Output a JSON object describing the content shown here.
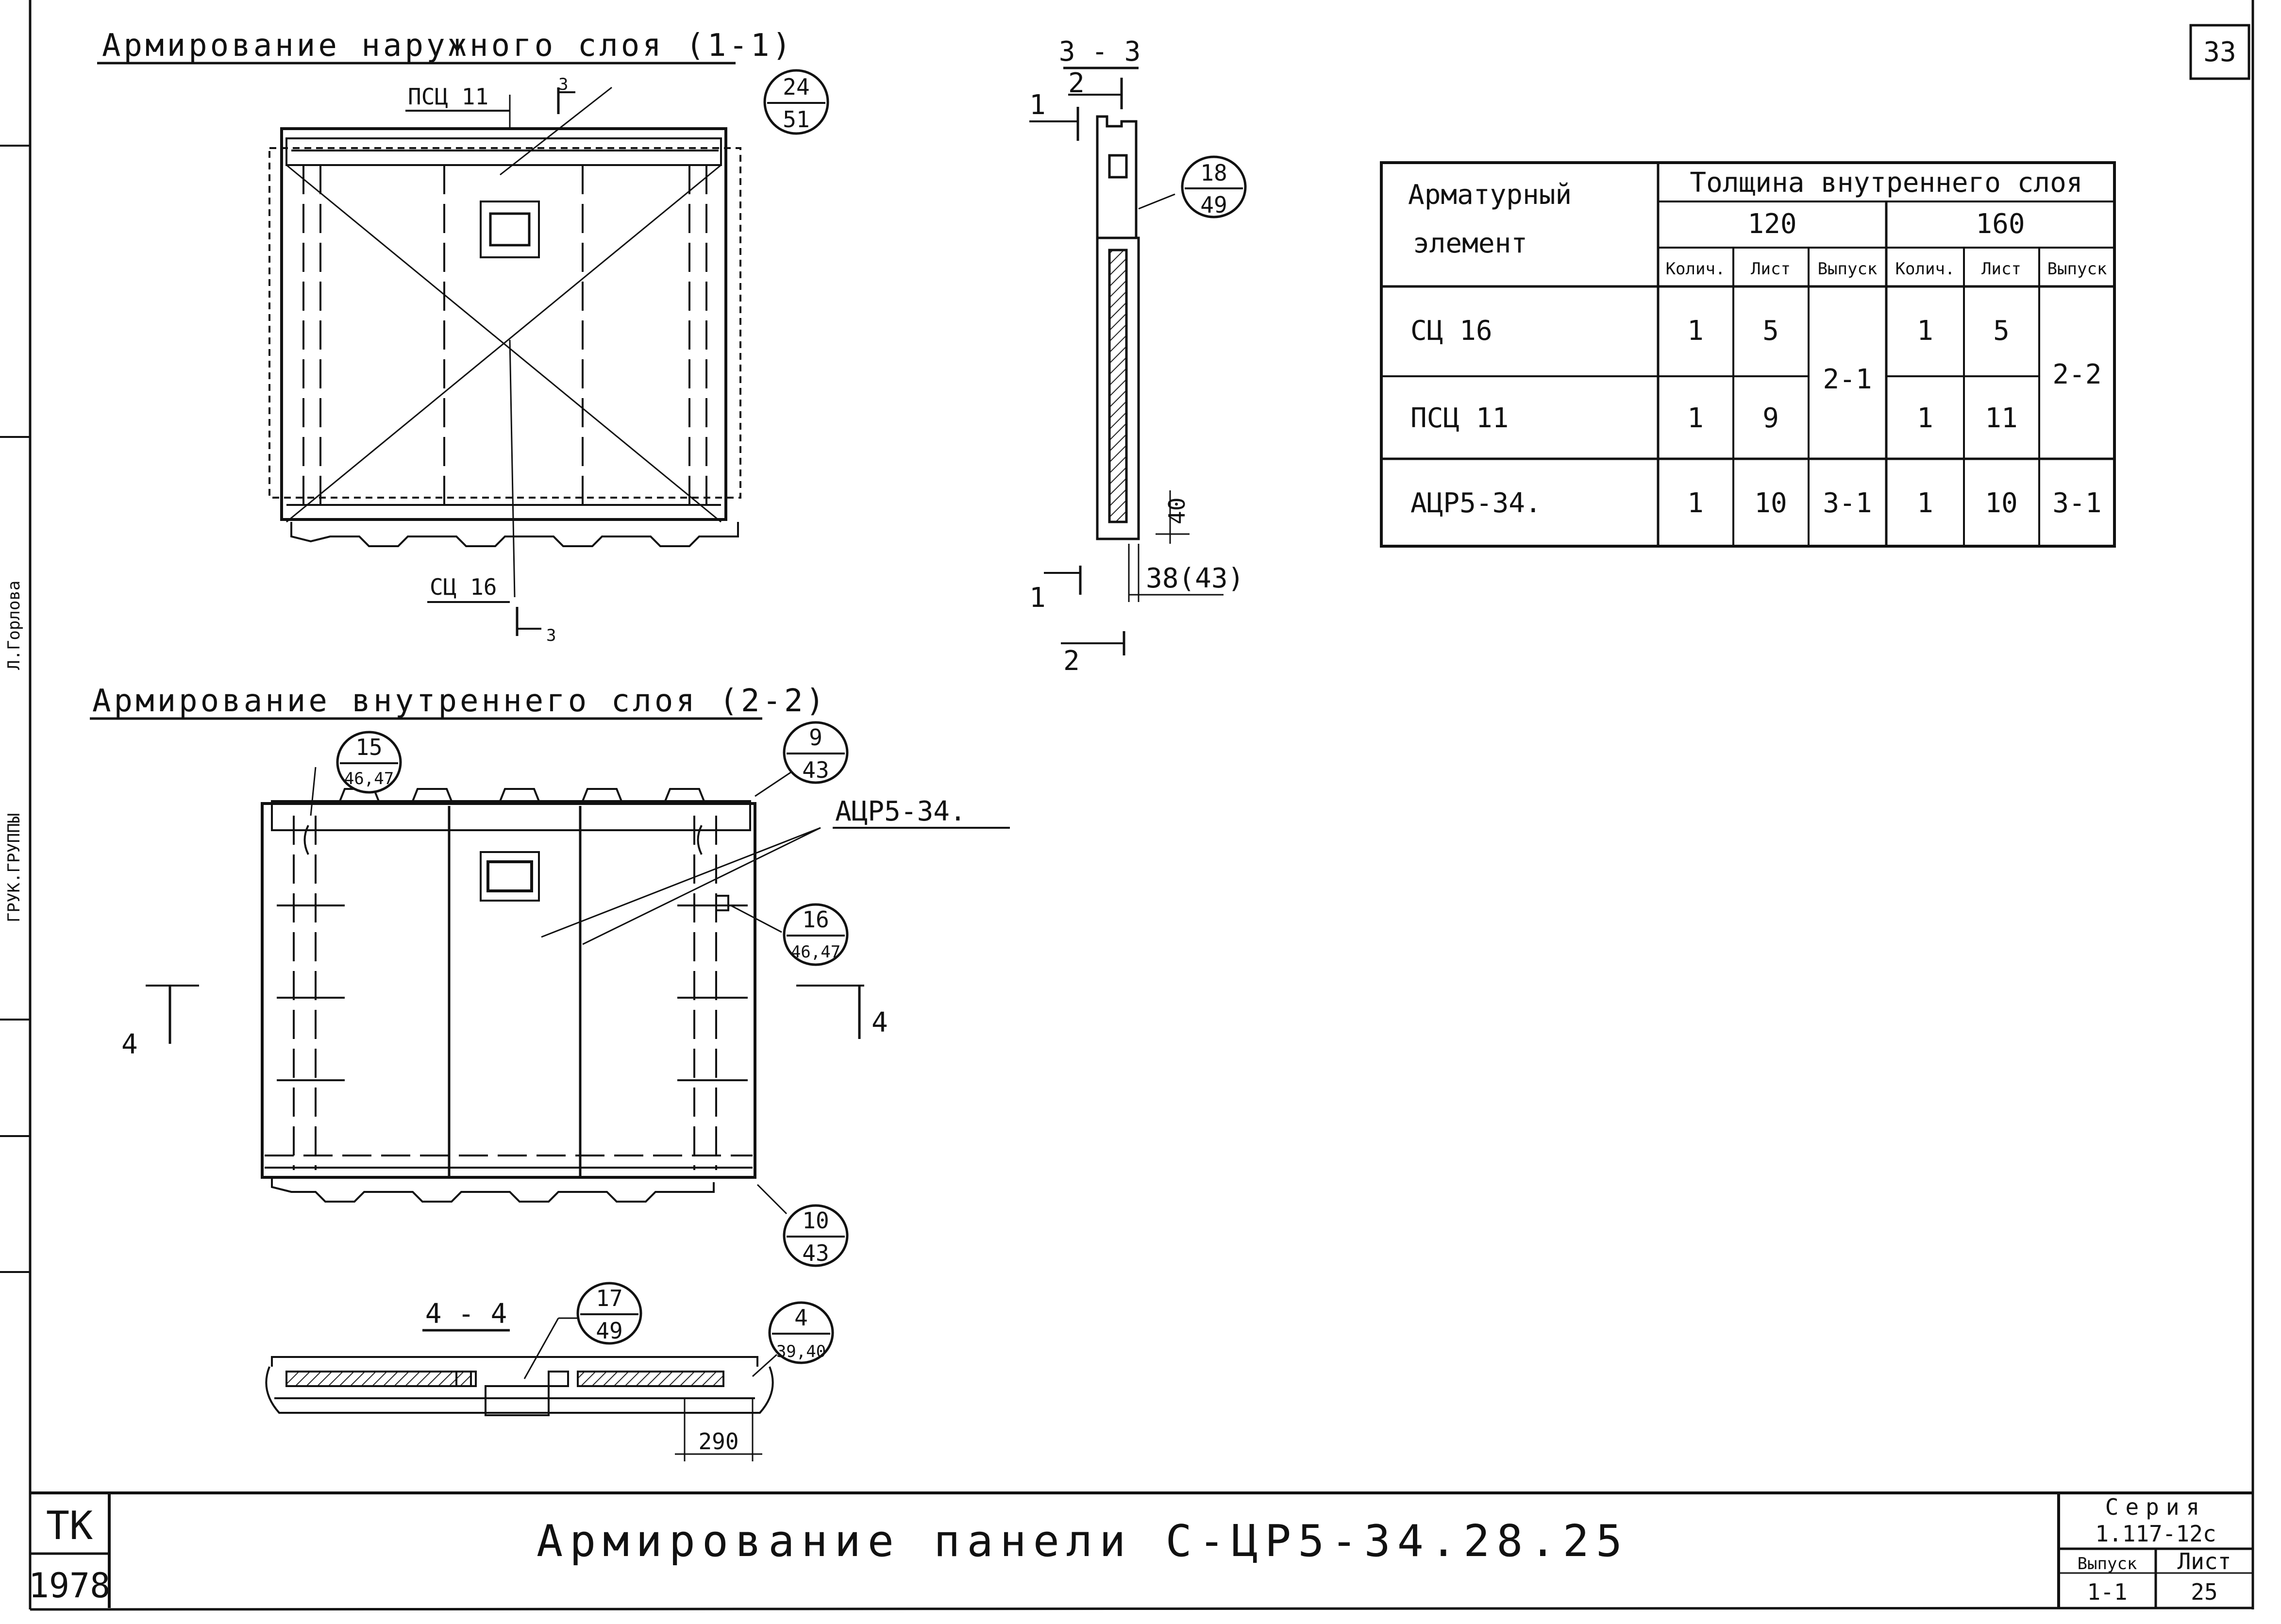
{
  "sheet": {
    "corner_number": "33",
    "side_stamp": [
      "Л.Горлова",
      "ГРУК.ГРУППЫ"
    ]
  },
  "outer_layer": {
    "title": "Армирование наружного слоя (1-1)",
    "label_top": "ПСЦ 11",
    "label_bottom": "СЦ 16",
    "section_mark_top": "3",
    "section_mark_bottom": "3",
    "callout": {
      "top": "24",
      "bottom": "51"
    }
  },
  "section_33": {
    "title": "3 - 3",
    "marks": {
      "top2": "2",
      "left1": "1",
      "bot1": "1",
      "bot2": "2"
    },
    "callout": {
      "top": "18",
      "bottom": "49"
    },
    "dim_40": "40",
    "dim_38": "38(43)"
  },
  "inner_layer": {
    "title": "Армирование внутреннего слоя (2-2)",
    "label_mesh": "АЦР5-34.",
    "section_mark_left": "4",
    "section_mark_right": "4",
    "callouts": [
      {
        "top": "15",
        "bottom": "46,47"
      },
      {
        "top": "9",
        "bottom": "43"
      },
      {
        "top": "16",
        "bottom": "46,47"
      },
      {
        "top": "10",
        "bottom": "43"
      }
    ]
  },
  "section_44": {
    "title": "4 - 4",
    "callouts": [
      {
        "top": "17",
        "bottom": "49"
      },
      {
        "top": "4",
        "bottom": "39,40"
      }
    ],
    "dim": "290"
  },
  "table": {
    "col_element_line1": "Арматурный",
    "col_element_line2": "элемент",
    "col_thickness": "Толщина внутреннего слоя",
    "groups": [
      "120",
      "160"
    ],
    "subheads": [
      "Колич.",
      "Лист",
      "Выпуск",
      "Колич.",
      "Лист",
      "Выпуск"
    ],
    "rows": [
      {
        "name": "СЦ 16",
        "q1": "1",
        "l1": "5",
        "q2": "1",
        "l2": "5"
      },
      {
        "name": "ПСЦ 11",
        "q1": "1",
        "l1": "9",
        "q2": "1",
        "l2": "11"
      },
      {
        "name": "АЦР5-34.",
        "q1": "1",
        "l1": "10",
        "v1": "3-1",
        "q2": "1",
        "l2": "10",
        "v2": "3-1"
      }
    ],
    "merged_issue_120": "2-1",
    "merged_issue_160": "2-2"
  },
  "title_block": {
    "org": "ТК",
    "year": "1978",
    "title": "Армирование панели С-ЦР5-34.28.25",
    "series_label": "Серия",
    "series_value": "1.117-12с",
    "issue_label": "Выпуск",
    "issue_value": "1-1",
    "sheet_label": "Лист",
    "sheet_value": "25"
  }
}
